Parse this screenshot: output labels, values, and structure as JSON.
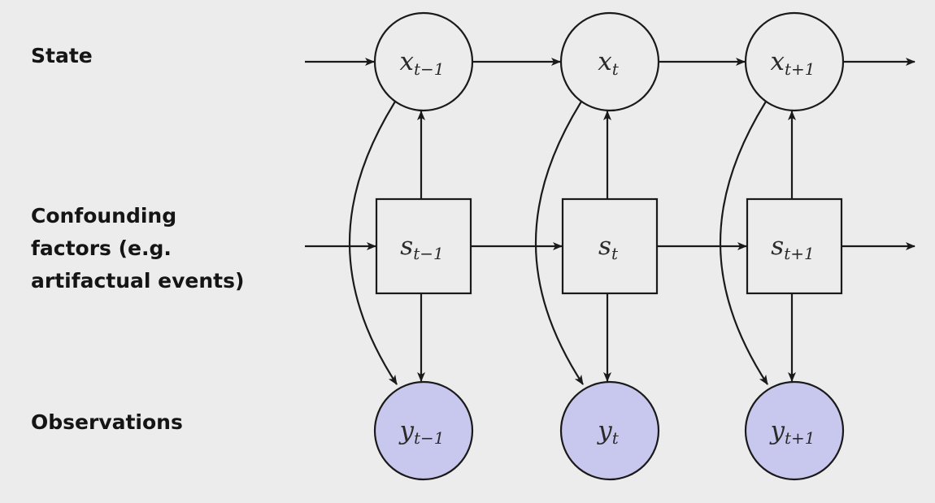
{
  "row_labels": {
    "state": "State",
    "confounding": [
      "Confounding",
      "factors (e.g.",
      "artifactual events)"
    ],
    "observations": "Observations"
  },
  "state_nodes": [
    {
      "base": "x",
      "sub": "t−1"
    },
    {
      "base": "x",
      "sub": "t"
    },
    {
      "base": "x",
      "sub": "t+1"
    }
  ],
  "confound_nodes": [
    {
      "base": "s",
      "sub": "t−1"
    },
    {
      "base": "s",
      "sub": "t"
    },
    {
      "base": "s",
      "sub": "t+1"
    }
  ],
  "observation_nodes": [
    {
      "base": "y",
      "sub": "t−1"
    },
    {
      "base": "y",
      "sub": "t"
    },
    {
      "base": "y",
      "sub": "t+1"
    }
  ],
  "colors": {
    "background": "#ececec",
    "line": "#1a1a1a",
    "state_fill": "#ececec",
    "observation_fill": "#c8c8ef"
  }
}
